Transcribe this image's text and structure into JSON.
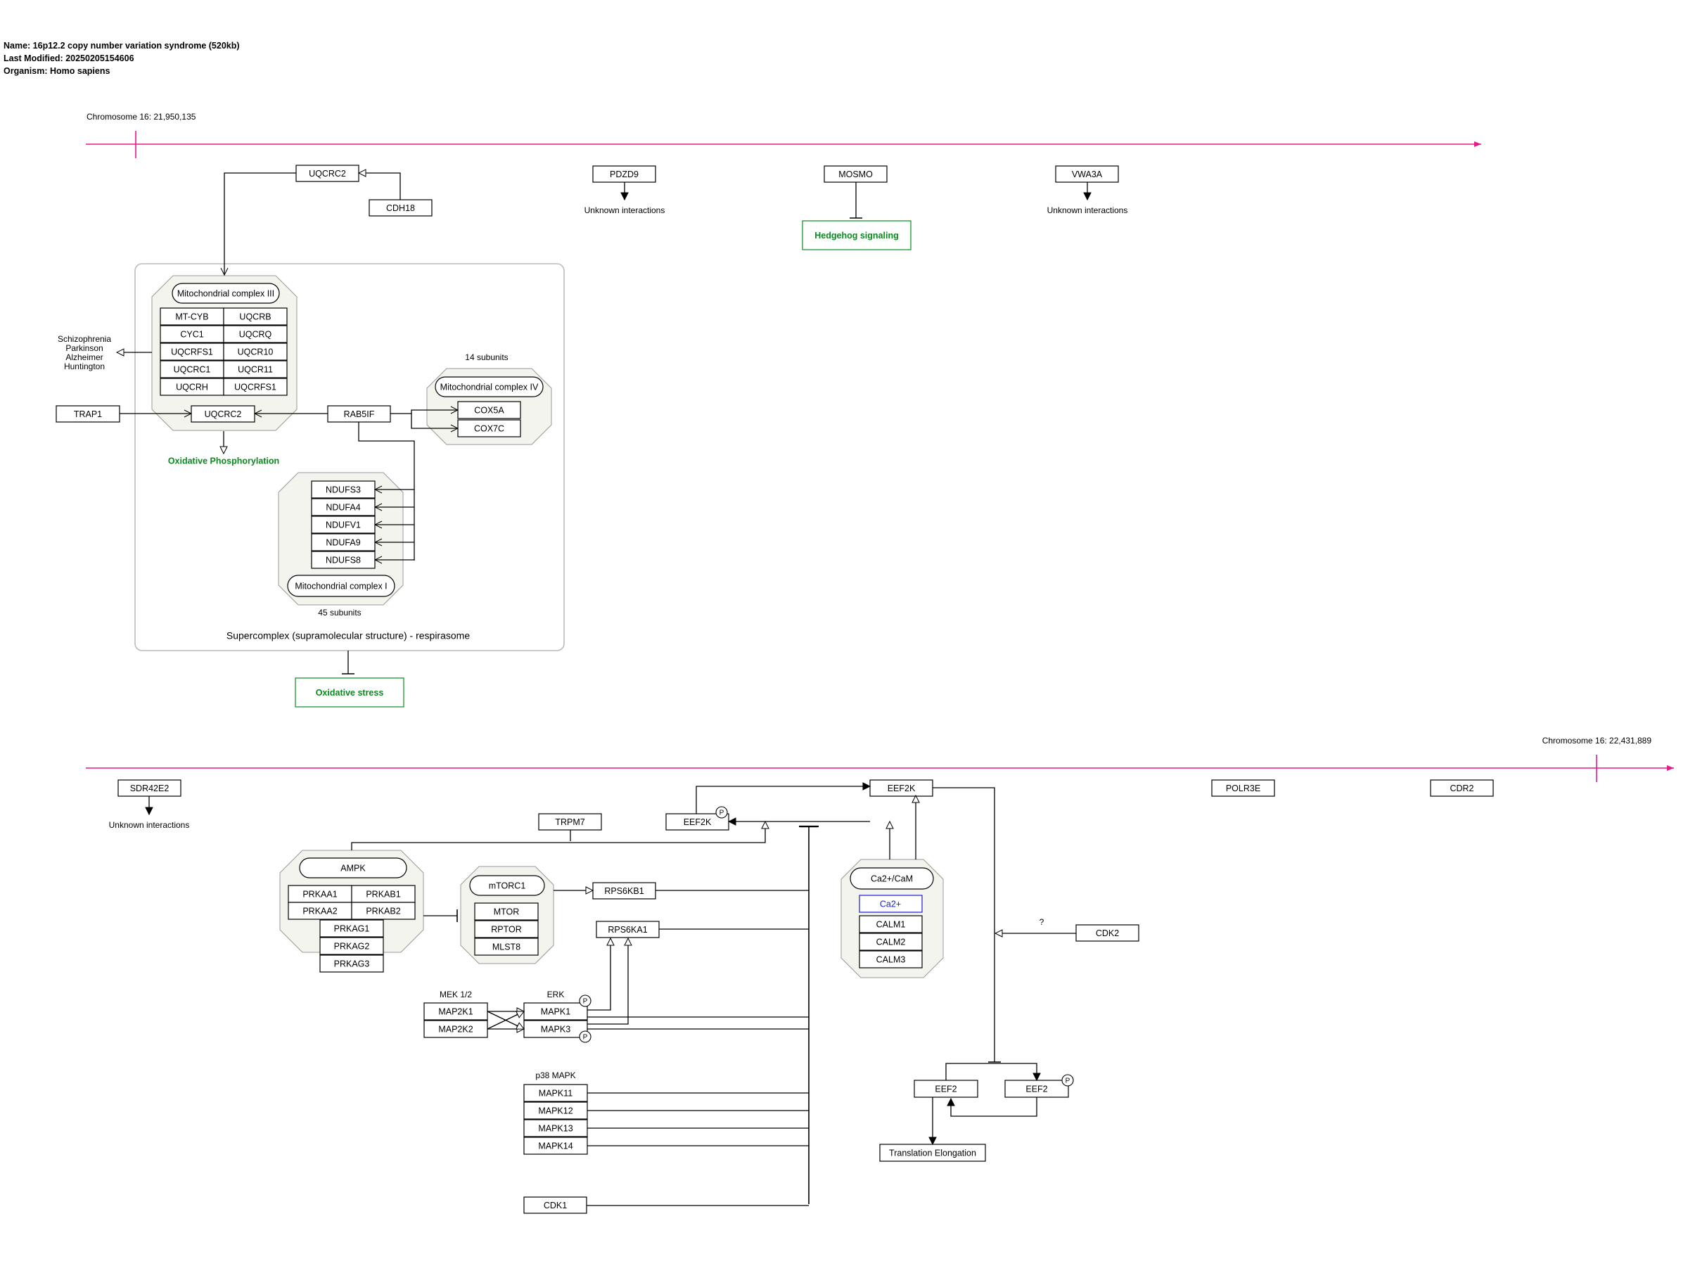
{
  "header": {
    "name": "Name: 16p12.2 copy number variation syndrome (520kb)",
    "modified": "Last Modified: 20250205154606",
    "organism": "Organism: Homo sapiens"
  },
  "colors": {
    "chromosome": "#e6198c",
    "pathway": "#0a8a1e",
    "complex_fill": "#f4f4ee",
    "metabolite": "#1a1ad8"
  },
  "chromosome": {
    "start_label": "Chromosome 16: 21,950,135",
    "end_label": "Chromosome 16: 22,431,889"
  },
  "genes": {
    "UQCRC2_top": "UQCRC2",
    "CDH18": "CDH18",
    "PDZD9": "PDZD9",
    "MOSMO": "MOSMO",
    "VWA3A": "VWA3A",
    "TRAP1": "TRAP1",
    "UQCRC2_mid": "UQCRC2",
    "RAB5IF": "RAB5IF",
    "COX5A": "COX5A",
    "COX7C": "COX7C",
    "NDUFS3": "NDUFS3",
    "NDUFA4": "NDUFA4",
    "NDUFV1": "NDUFV1",
    "NDUFA9": "NDUFA9",
    "NDUFS8": "NDUFS8",
    "MTCYB": "MT-CYB",
    "UQCRB": "UQCRB",
    "CYC1": "CYC1",
    "UQCRQ": "UQCRQ",
    "UQCRFS1": "UQCRFS1",
    "UQCR10": "UQCR10",
    "UQCRC1": "UQCRC1",
    "UQCR11": "UQCR11",
    "UQCRH": "UQCRH",
    "UQCRFS1b": "UQCRFS1",
    "SDR42E2": "SDR42E2",
    "POLR3E": "POLR3E",
    "CDR2": "CDR2",
    "TRPM7": "TRPM7",
    "EEF2K_top": "EEF2K",
    "EEF2K_mid": "EEF2K",
    "PRKAA1": "PRKAA1",
    "PRKAB1": "PRKAB1",
    "PRKAA2": "PRKAA2",
    "PRKAB2": "PRKAB2",
    "PRKAG1": "PRKAG1",
    "PRKAG2": "PRKAG2",
    "PRKAG3": "PRKAG3",
    "MTOR": "MTOR",
    "RPTOR": "RPTOR",
    "MLST8": "MLST8",
    "RPS6KB1": "RPS6KB1",
    "RPS6KA1": "RPS6KA1",
    "CALM1": "CALM1",
    "CALM2": "CALM2",
    "CALM3": "CALM3",
    "CDK2": "CDK2",
    "MAP2K1": "MAP2K1",
    "MAP2K2": "MAP2K2",
    "MAPK1": "MAPK1",
    "MAPK3": "MAPK3",
    "MAPK11": "MAPK11",
    "MAPK12": "MAPK12",
    "MAPK13": "MAPK13",
    "MAPK14": "MAPK14",
    "CDK1": "CDK1",
    "EEF2a": "EEF2",
    "EEF2b": "EEF2",
    "Translation": "Translation Elongation"
  },
  "complexes": {
    "complex3": "Mitochondrial complex III",
    "complex4": "Mitochondrial complex IV",
    "complex1": "Mitochondrial complex I",
    "ampk": "AMPK",
    "mtorc1": "mTORC1",
    "cacam": "Ca2+/CaM",
    "ca2": "Ca2+"
  },
  "labels": {
    "unknown_pdzd9": "Unknown interactions",
    "unknown_vwa3a": "Unknown interactions",
    "unknown_sdr42e2": "Unknown interactions",
    "subunits14": "14 subunits",
    "subunits45": "45 subunits",
    "supercomplex": "Supercomplex (supramolecular structure) - respirasome",
    "disease_lines": [
      "Schizophrenia",
      "Parkinson",
      "Alzheimer",
      "Huntington"
    ],
    "mek": "MEK 1/2",
    "erk": "ERK",
    "p38": "p38 MAPK",
    "question": "?",
    "phospho": "P"
  },
  "pathways": {
    "hedgehog": "Hedgehog signaling",
    "oxphos": "Oxidative Phosphorylation",
    "oxstress": "Oxidative stress"
  }
}
